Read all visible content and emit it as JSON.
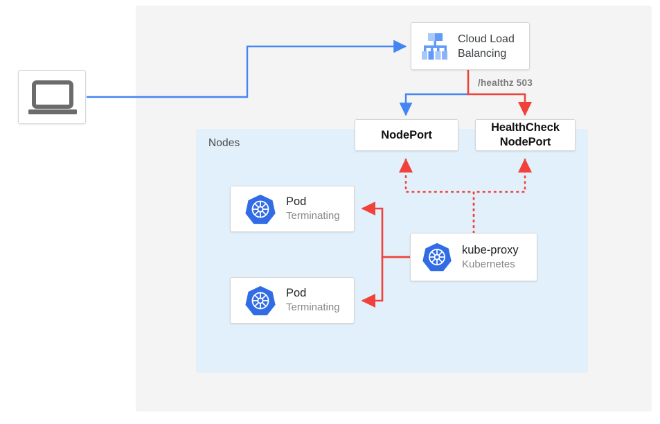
{
  "diagram": {
    "region_label": "Nodes",
    "edge_label_healthz": "/healthz 503",
    "colors": {
      "panel_bg": "#f4f4f4",
      "nodes_bg": "#e2f0fb",
      "blue_line": "#4285f4",
      "red_line": "#ea4335",
      "k8s_blue": "#326ce5",
      "card_bg": "#ffffff",
      "card_border": "#d6d6d6"
    },
    "nodes": {
      "client": {
        "icon": "laptop-icon"
      },
      "load_balancer": {
        "title": "Cloud Load",
        "title2": "Balancing",
        "icon": "cloud-load-balancing-icon"
      },
      "nodeport": {
        "label": "NodePort"
      },
      "healthcheck_nodeport": {
        "label": "HealthCheck",
        "label2": "NodePort"
      },
      "pod_one": {
        "title": "Pod",
        "subtitle": "Terminating",
        "icon": "kubernetes-icon"
      },
      "pod_two": {
        "title": "Pod",
        "subtitle": "Terminating",
        "icon": "kubernetes-icon"
      },
      "kube_proxy": {
        "title": "kube-proxy",
        "subtitle": "Kubernetes",
        "icon": "kubernetes-icon"
      }
    },
    "edges": [
      {
        "name": "client-to-lb",
        "style": "solid",
        "color": "#4285f4"
      },
      {
        "name": "lb-to-nodeport",
        "style": "solid",
        "color": "#4285f4"
      },
      {
        "name": "lb-to-healthcheck-nodeport",
        "style": "solid",
        "color": "#ea4335",
        "label": "/healthz 503"
      },
      {
        "name": "kube-proxy-to-nodeports",
        "style": "dotted",
        "color": "#ea4335"
      },
      {
        "name": "kube-proxy-to-pods",
        "style": "solid",
        "color": "#ea4335"
      }
    ]
  }
}
